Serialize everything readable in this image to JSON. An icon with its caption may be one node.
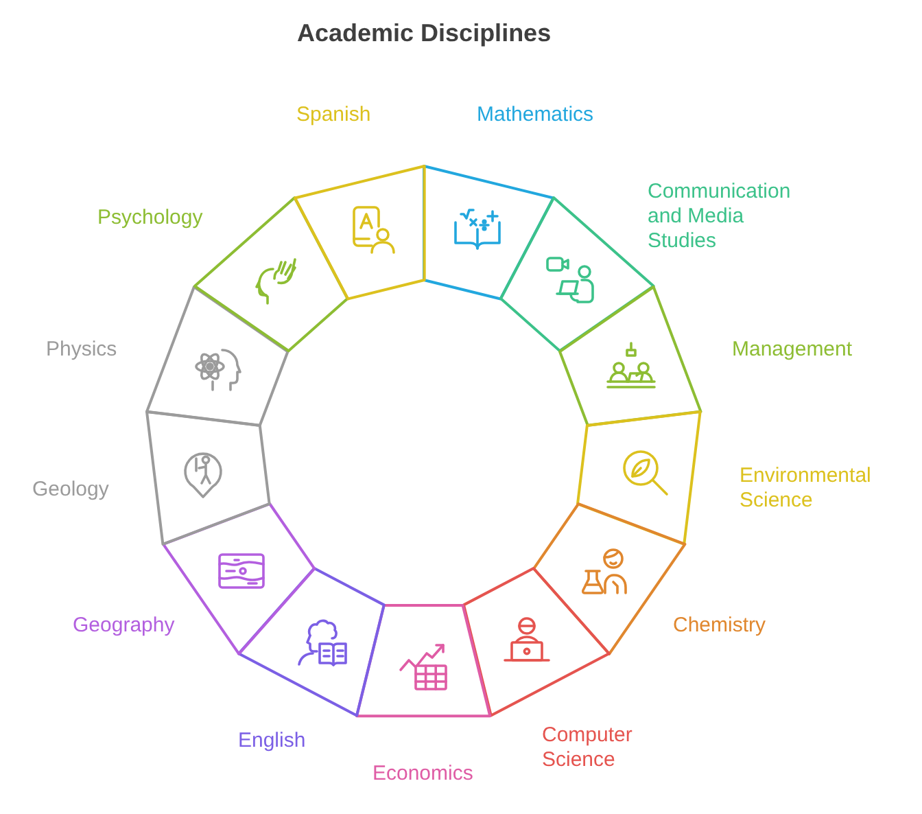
{
  "diagram": {
    "title": "Academic Disciplines",
    "nodes": [
      {
        "text": [
          "Spanish"
        ]
      },
      {
        "text": [
          "Mathematics"
        ]
      },
      {
        "text": [
          "Communication and Media Studies"
        ]
      },
      {
        "text": [
          "Management"
        ]
      },
      {
        "text": [
          "Environmental Science"
        ]
      },
      {
        "text": [
          "Chemistry"
        ]
      },
      {
        "text": [
          "Computer Science"
        ]
      },
      {
        "text": [
          "Economics"
        ]
      },
      {
        "text": [
          "English"
        ]
      },
      {
        "text": [
          "Geography"
        ]
      },
      {
        "text": [
          "Geology"
        ]
      },
      {
        "text": [
          "Physics"
        ]
      },
      {
        "text": [
          "Psychology"
        ]
      }
    ],
    "edges": []
  }
}
